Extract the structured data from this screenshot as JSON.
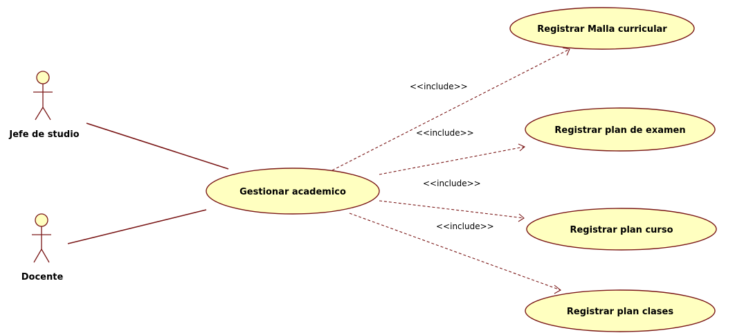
{
  "colors": {
    "line": "#7a1717",
    "ellipse_fill": "#ffffc0",
    "actor_fill": "#ffffc0",
    "background": "#ffffff",
    "text": "#000000"
  },
  "actors": [
    {
      "id": "jefe",
      "label": "Jefe de studio"
    },
    {
      "id": "docente",
      "label": "Docente"
    }
  ],
  "use_cases": [
    {
      "id": "gestionar",
      "label": "Gestionar academico"
    },
    {
      "id": "malla",
      "label": "Registrar Malla curricular"
    },
    {
      "id": "examen",
      "label": "Registrar plan de examen"
    },
    {
      "id": "curso",
      "label": "Registrar plan curso"
    },
    {
      "id": "clases",
      "label": "Registrar plan clases"
    }
  ],
  "associations": [
    {
      "actor": "jefe",
      "use_case": "gestionar"
    },
    {
      "actor": "docente",
      "use_case": "gestionar"
    }
  ],
  "includes": [
    {
      "from": "gestionar",
      "to": "malla",
      "label": "<<include>>"
    },
    {
      "from": "gestionar",
      "to": "examen",
      "label": "<<include>>"
    },
    {
      "from": "gestionar",
      "to": "curso",
      "label": "<<include>>"
    },
    {
      "from": "gestionar",
      "to": "clases",
      "label": "<<include>>"
    }
  ]
}
